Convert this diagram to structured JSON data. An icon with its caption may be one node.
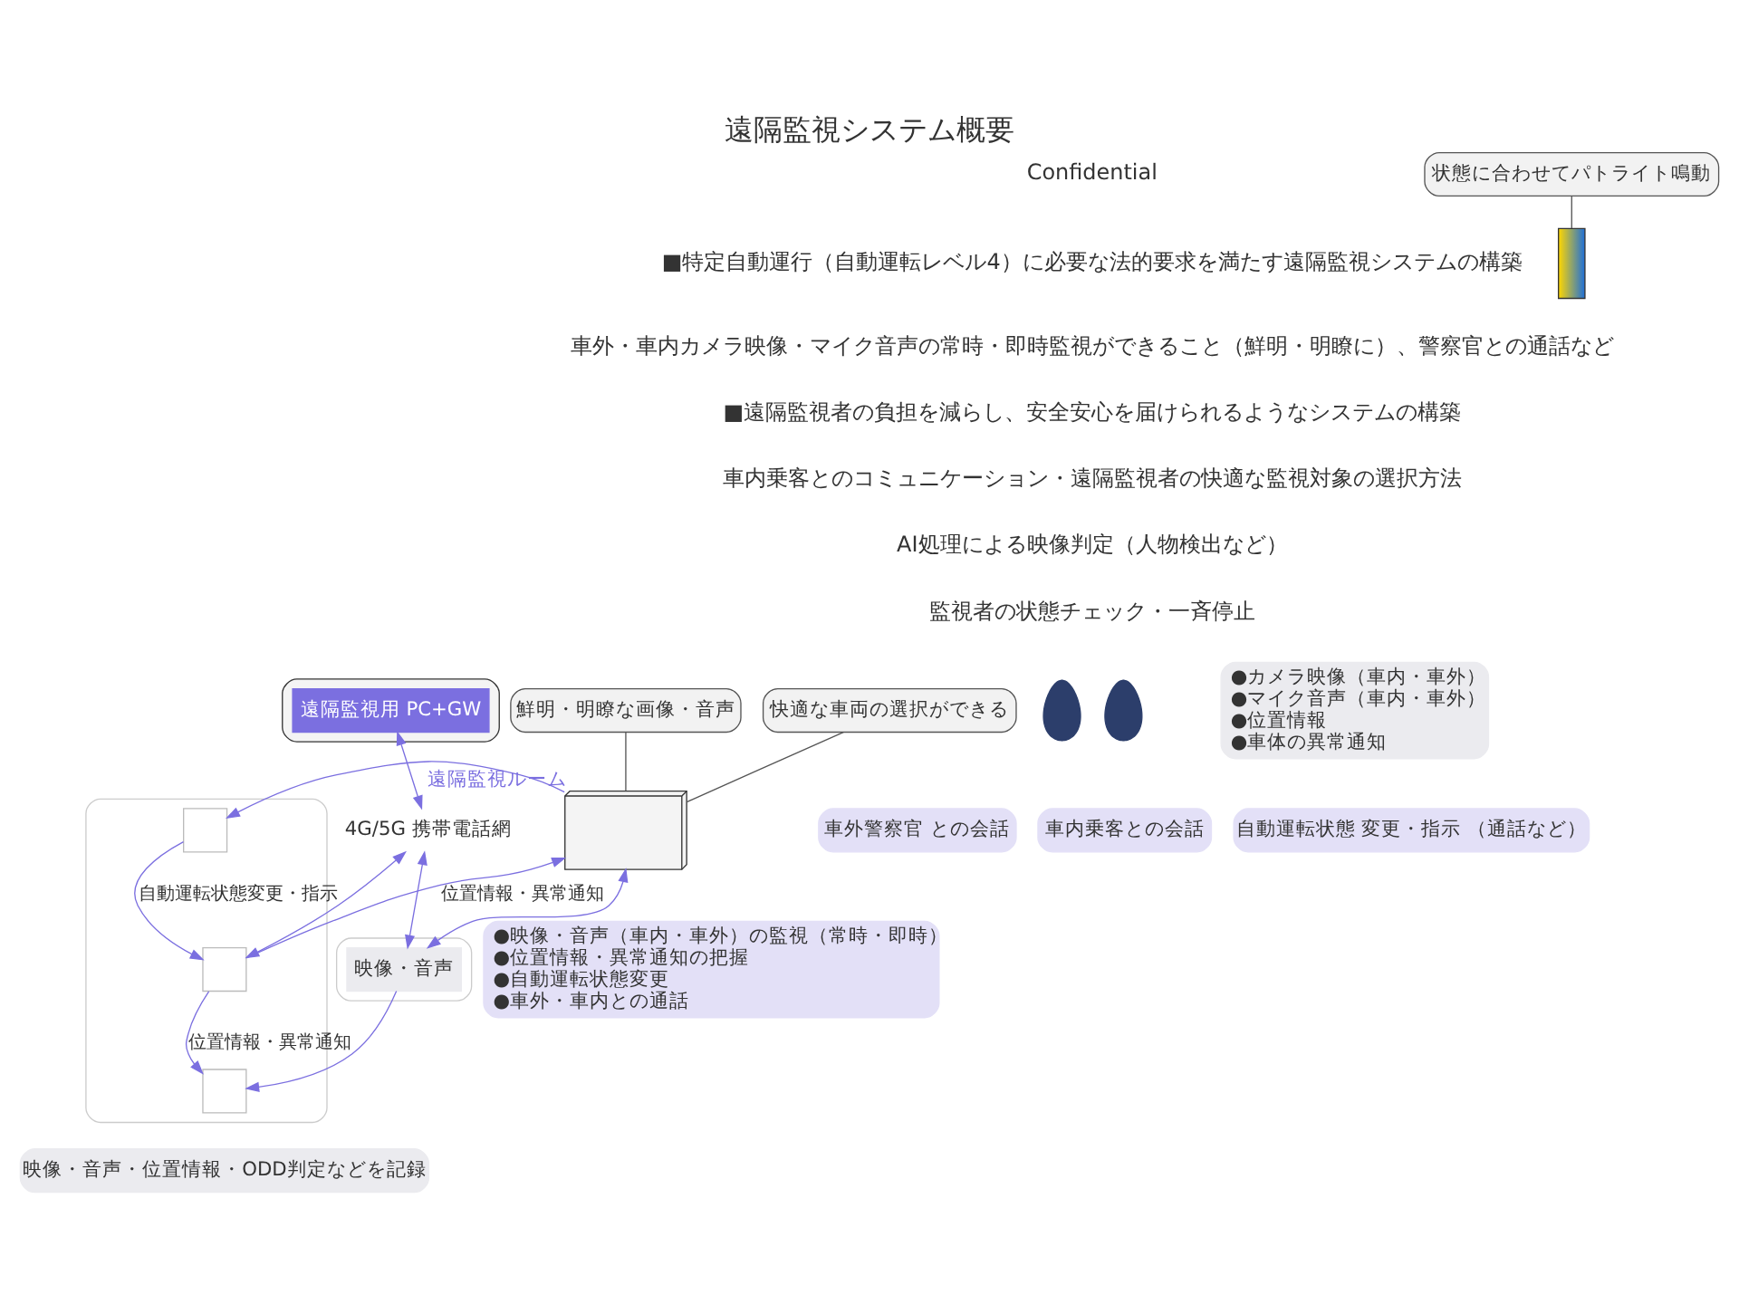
{
  "diagram": {
    "title": "遠隔監視システム概要",
    "nodes": [
      {
        "text": [],
        "shape": "picture"
      },
      {
        "text": [
          "遠隔監視用 PC+GW"
        ],
        "in": 0
      },
      {
        "text": [],
        "shape": "person"
      },
      {
        "text": [
          "車外警察官 との会話"
        ]
      },
      {
        "text": [],
        "shape": "person"
      },
      {
        "text": [
          "車内乗客との会話"
        ]
      },
      {
        "text": [
          "●カメラ映像（車内・車外）",
          "●マイク音声（車内・車外）",
          "●位置情報",
          "●車体の異常通知"
        ]
      },
      {
        "text": [
          "自動運転状態 変更・指示 （通話など）"
        ]
      },
      {
        "text": [
          "4G/5G 携帯電話網"
        ]
      },
      {
        "text": [],
        "shape": "box"
      },
      {
        "text": [
          "映像・音声"
        ],
        "in": 9
      },
      {
        "text": [],
        "shape": "box"
      },
      {
        "text": [],
        "shape": "box",
        "in": 11
      },
      {
        "text": [],
        "shape": "box",
        "in": 11
      },
      {
        "text": [],
        "shape": "box",
        "in": 11
      },
      {
        "text": [
          "映像・音声・位置情報・ODD判定などを記録"
        ]
      },
      {
        "text": [
          "鮮明・明瞭な画像・音声"
        ]
      },
      {
        "text": [
          "快適な車両の選択ができる"
        ]
      },
      {
        "text": [],
        "shape": "picture",
        "beside": [
          "遠隔監視ルーム"
        ]
      },
      {
        "text": [],
        "shape": "bar"
      },
      {
        "text": [
          "状態に合わせてパトライト鳴動"
        ]
      },
      {
        "text": [
          "●映像・音声（車内・車外）の監視（常時・即時）",
          "●位置情報・異常通知の把握",
          "●自動運転状態変更",
          "●車外・車内との通話"
        ]
      }
    ],
    "edges": [
      {
        "from": 1,
        "to": 8,
        "arrow": "both"
      },
      {
        "from": 8,
        "to": 10,
        "arrow": "both"
      },
      {
        "from": 8,
        "to": 13,
        "arrow": "both"
      },
      {
        "from": 18,
        "to": 10,
        "arrow": "both"
      },
      {
        "from": 10,
        "to": 14,
        "arrow": "to"
      },
      {
        "from": 18,
        "to": 12,
        "arrow": "to"
      },
      {
        "from": 12,
        "to": 13,
        "arrow": "to",
        "label": "自動運転状態変更・指示"
      },
      {
        "from": 13,
        "to": 18,
        "arrow": "to",
        "label": "位置情報・異常通知"
      },
      {
        "from": 13,
        "to": 14,
        "arrow": "to",
        "label": "位置情報・異常通知"
      },
      {
        "from": 16,
        "to": 18,
        "arrow": "none",
        "color": "#555555"
      },
      {
        "from": 17,
        "to": 18,
        "arrow": "none",
        "color": "#555555"
      },
      {
        "from": 20,
        "to": 19,
        "arrow": "none",
        "color": "#555555"
      }
    ],
    "labels": [
      "Confidential",
      "■特定自動運行（自動運転レベル4）に必要な法的要求を満たす遠隔監視システムの構築",
      "車外・車内カメラ映像・マイク音声の常時・即時監視ができること（鮮明・明瞭に）、警察官との通話など",
      "■遠隔監視者の負担を減らし、安全安心を届けられるようなシステムの構築",
      "車内乗客とのコミュニケーション・遠隔監視者の快適な監視対象の選択方法",
      "AI処理による映像判定（人物検出など）",
      "監視者の状態チェック・一斉停止"
    ]
  }
}
